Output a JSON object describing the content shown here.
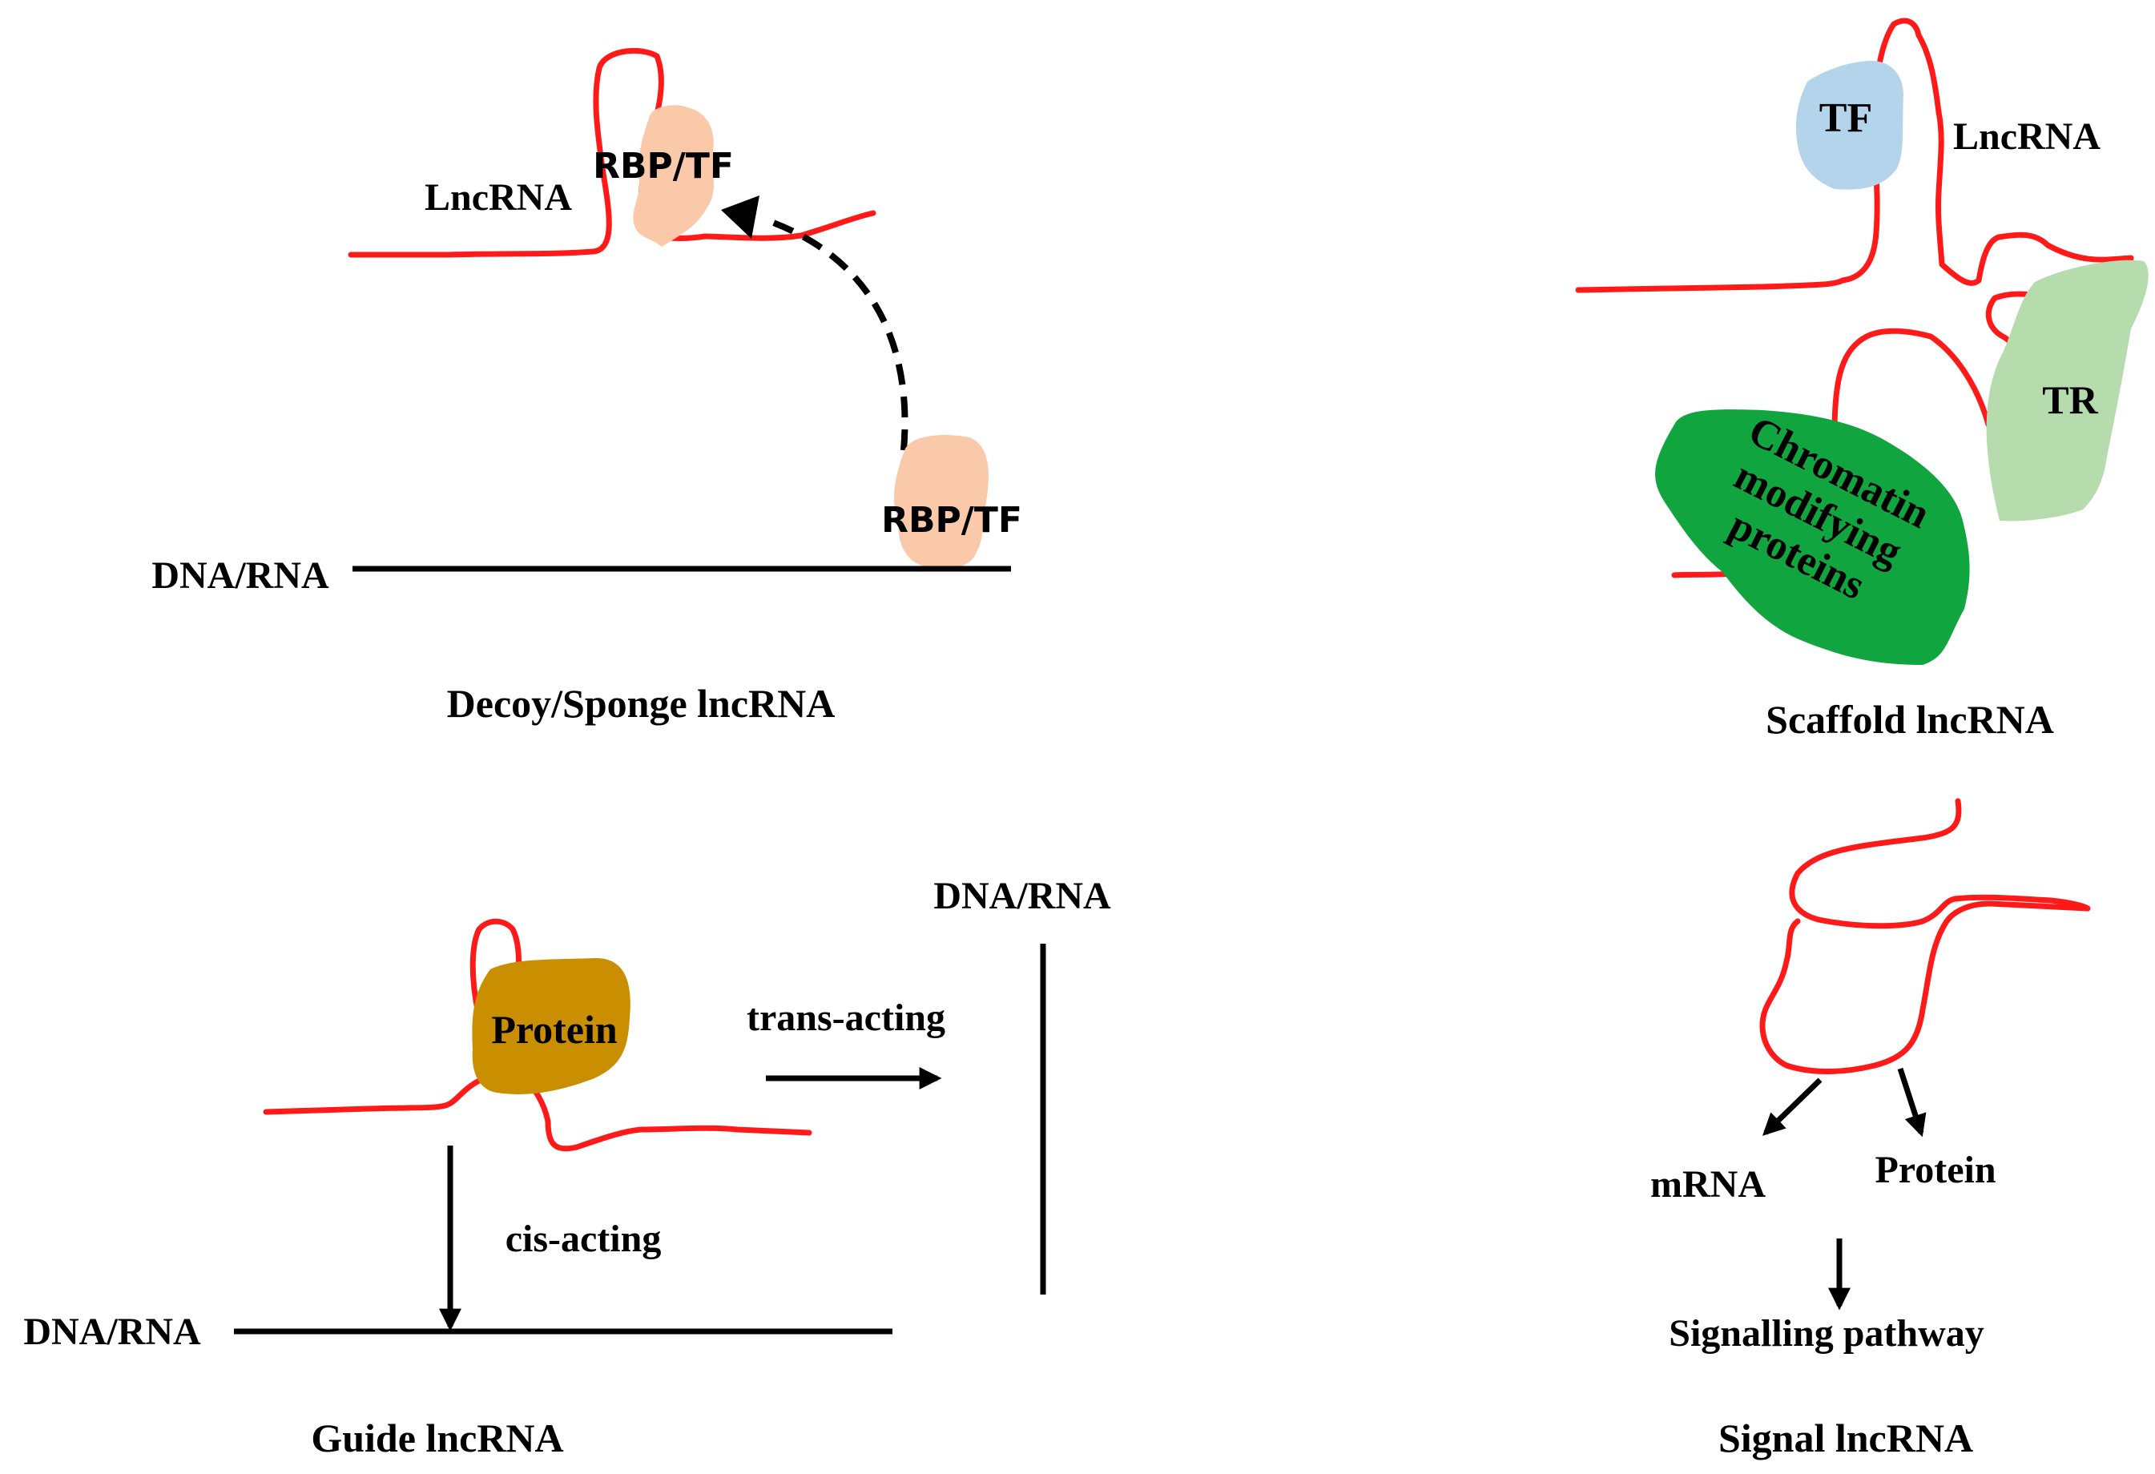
{
  "colors": {
    "lncrna": "#ff1a1a",
    "rbp_tf": "#f9c9a9",
    "tf": "#b3d4ea",
    "tr": "#b6dcae",
    "chromatin": "#11a53f",
    "protein": "#c98f00",
    "line": "#000000"
  },
  "decoy": {
    "lncrna_label": "LncRNA",
    "rbp_top_label": "RBP/TF",
    "rbp_bottom_label": "RBP/TF",
    "dna_label": "DNA/RNA",
    "caption": "Decoy/Sponge lncRNA"
  },
  "scaffold": {
    "tf_label": "TF",
    "lncrna_label": "LncRNA",
    "tr_label": "TR",
    "chromatin_line1": "Chromatin",
    "chromatin_line2": "modifying",
    "chromatin_line3": "proteins",
    "caption": "Scaffold lncRNA"
  },
  "guide": {
    "protein_label": "Protein",
    "trans_label": "trans-acting",
    "cis_label": "cis-acting",
    "dna_top_label": "DNA/RNA",
    "dna_bottom_label": "DNA/RNA",
    "caption": "Guide lncRNA"
  },
  "signal": {
    "mrna_label": "mRNA",
    "protein_label": "Protein",
    "pathway_label": "Signalling pathway",
    "caption": "Signal lncRNA"
  }
}
